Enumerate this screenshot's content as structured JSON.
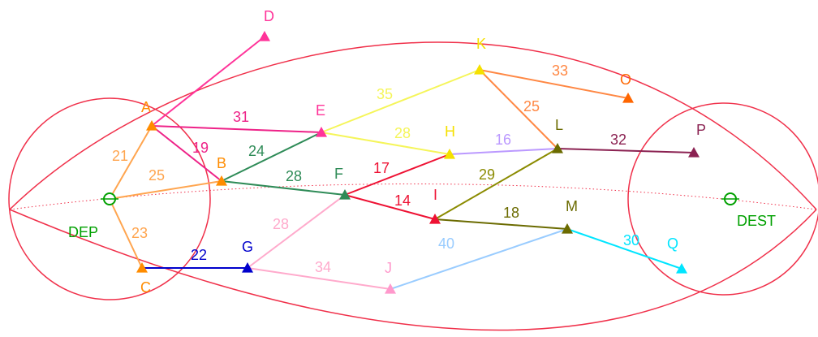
{
  "nodes": [
    {
      "id": "DEP",
      "label": "DEP",
      "shape": "circle",
      "color": "#00a000"
    },
    {
      "id": "DEST",
      "label": "DEST",
      "shape": "circle",
      "color": "#00a000"
    },
    {
      "id": "A",
      "label": "A",
      "shape": "triangle",
      "color": "#ff8c00"
    },
    {
      "id": "B",
      "label": "B",
      "shape": "triangle",
      "color": "#ff8c00"
    },
    {
      "id": "C",
      "label": "C",
      "shape": "triangle",
      "color": "#ff8c00"
    },
    {
      "id": "D",
      "label": "D",
      "shape": "triangle",
      "color": "#ff3399"
    },
    {
      "id": "E",
      "label": "E",
      "shape": "triangle",
      "color": "#ff3399"
    },
    {
      "id": "F",
      "label": "F",
      "shape": "triangle",
      "color": "#2e8b57"
    },
    {
      "id": "G",
      "label": "G",
      "shape": "triangle",
      "color": "#0000cc"
    },
    {
      "id": "H",
      "label": "H",
      "shape": "triangle",
      "color": "#f5e000"
    },
    {
      "id": "I",
      "label": "I",
      "shape": "triangle",
      "color": "#ee1133"
    },
    {
      "id": "J",
      "label": "J",
      "shape": "triangle",
      "color": "#ff99cc"
    },
    {
      "id": "K",
      "label": "K",
      "shape": "triangle",
      "color": "#f5e000"
    },
    {
      "id": "L",
      "label": "L",
      "shape": "triangle",
      "color": "#6b6b00"
    },
    {
      "id": "M",
      "label": "M",
      "shape": "triangle",
      "color": "#6b6b00"
    },
    {
      "id": "O",
      "label": "O",
      "shape": "triangle",
      "color": "#ff6600"
    },
    {
      "id": "P",
      "label": "P",
      "shape": "triangle",
      "color": "#8b2252"
    },
    {
      "id": "Q",
      "label": "Q",
      "shape": "triangle",
      "color": "#00e5ff"
    }
  ],
  "edges": [
    {
      "from": "DEP",
      "to": "A",
      "weight": "21",
      "color": "#ffa54f"
    },
    {
      "from": "DEP",
      "to": "B",
      "weight": "25",
      "color": "#ffa54f"
    },
    {
      "from": "DEP",
      "to": "C",
      "weight": "23",
      "color": "#ffa54f"
    },
    {
      "from": "A",
      "to": "D",
      "weight": "",
      "color": "#ff3399"
    },
    {
      "from": "A",
      "to": "E",
      "weight": "31",
      "color": "#ee2288"
    },
    {
      "from": "A",
      "to": "B",
      "weight": "19",
      "color": "#ee2288"
    },
    {
      "from": "B",
      "to": "E",
      "weight": "24",
      "color": "#2e8b57"
    },
    {
      "from": "B",
      "to": "F",
      "weight": "28",
      "color": "#2e8b57"
    },
    {
      "from": "C",
      "to": "G",
      "weight": "22",
      "color": "#0000cc"
    },
    {
      "from": "E",
      "to": "K",
      "weight": "35",
      "color": "#f5f55a"
    },
    {
      "from": "E",
      "to": "H",
      "weight": "28",
      "color": "#f5f55a"
    },
    {
      "from": "F",
      "to": "H",
      "weight": "17",
      "color": "#ee1133"
    },
    {
      "from": "F",
      "to": "I",
      "weight": "14",
      "color": "#ee1133"
    },
    {
      "from": "F",
      "to": "G",
      "weight": "28",
      "color": "#ffaacc"
    },
    {
      "from": "G",
      "to": "J",
      "weight": "34",
      "color": "#ffaacc"
    },
    {
      "from": "H",
      "to": "L",
      "weight": "16",
      "color": "#bb99ff"
    },
    {
      "from": "K",
      "to": "O",
      "weight": "33",
      "color": "#ff8844"
    },
    {
      "from": "K",
      "to": "L",
      "weight": "25",
      "color": "#ff8844"
    },
    {
      "from": "I",
      "to": "L",
      "weight": "29",
      "color": "#8b8b00"
    },
    {
      "from": "I",
      "to": "M",
      "weight": "18",
      "color": "#6b6b00"
    },
    {
      "from": "L",
      "to": "P",
      "weight": "32",
      "color": "#8b2252"
    },
    {
      "from": "J",
      "to": "M",
      "weight": "40",
      "color": "#99ccff"
    },
    {
      "from": "M",
      "to": "Q",
      "weight": "30",
      "color": "#00e5ff"
    }
  ],
  "colors": {
    "boundary": "#f0304a",
    "dotted_axis": "#f0304a",
    "background": "#ffffff"
  }
}
